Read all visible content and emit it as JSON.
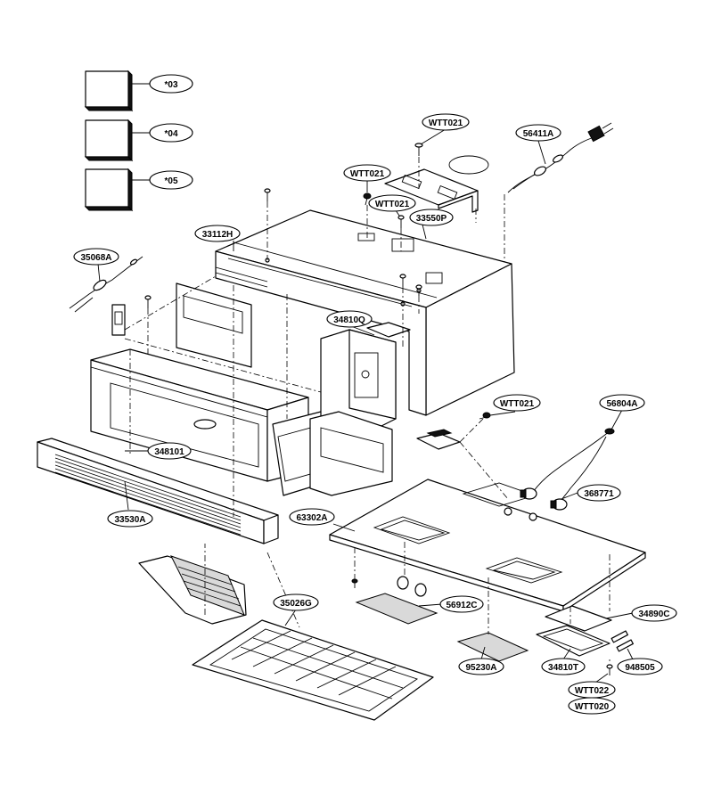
{
  "diagram": {
    "option_labels": [
      "*03",
      "*04",
      "*05"
    ],
    "part_labels": {
      "wtt021_top": "WTT021",
      "p56411a": "56411A",
      "wtt021_left": "WTT021",
      "wtt021_mid": "WTT021",
      "p33550p": "33550P",
      "p33112h": "33112H",
      "p35068a": "35068A",
      "p34810q": "34810Q",
      "wtt021_right": "WTT021",
      "p56804a": "56804A",
      "p348101": "348101",
      "p368771": "368771",
      "p33530a": "33530A",
      "p63302a": "63302A",
      "p35026g": "35026G",
      "p56912c": "56912C",
      "p34890c": "34890C",
      "p95230a": "95230A",
      "p34810t": "34810T",
      "p948505": "948505",
      "wtt022": "WTT022",
      "wtt020": "WTT020"
    }
  }
}
